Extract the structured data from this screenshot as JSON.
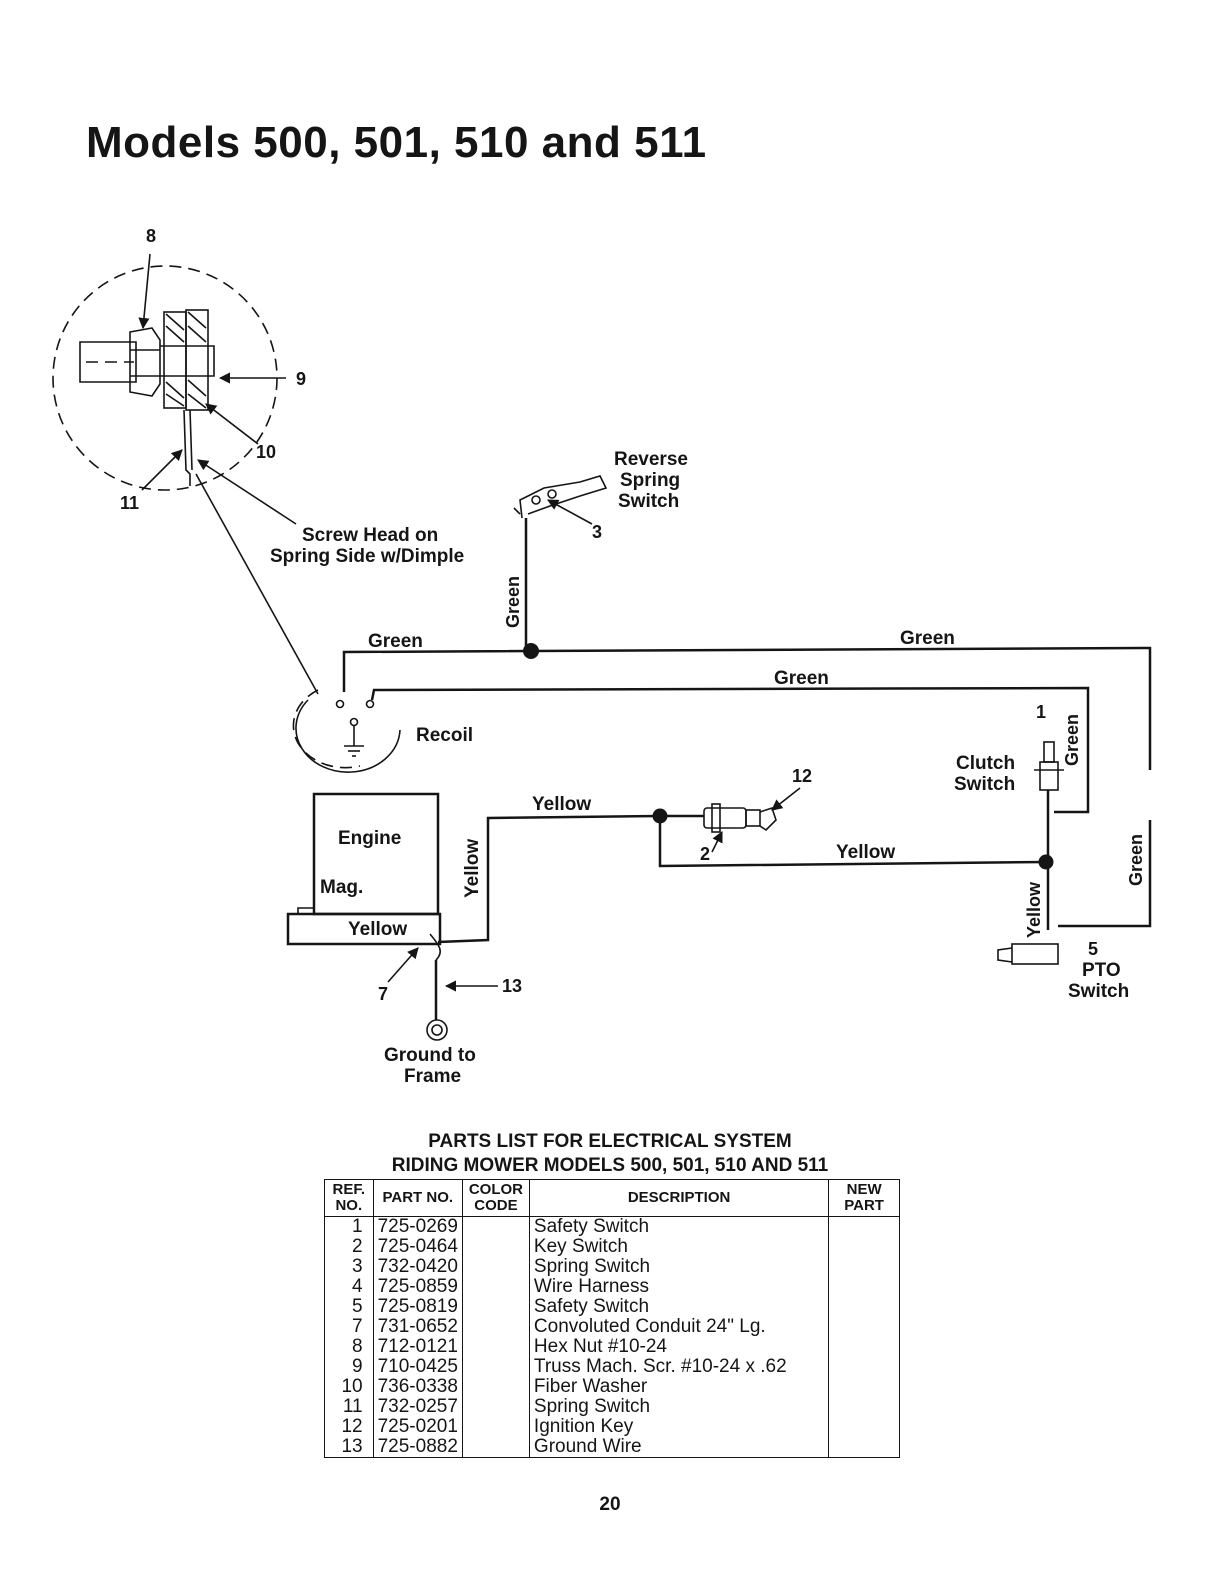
{
  "title": "Models 500, 501, 510 and 511",
  "callouts": {
    "c1": "1",
    "c2": "2",
    "c3": "3",
    "c5": "5",
    "c7": "7",
    "c8": "8",
    "c9": "9",
    "c10": "10",
    "c11": "11",
    "c12": "12",
    "c13": "13"
  },
  "labels": {
    "screw_head_1": "Screw Head on",
    "screw_head_2": "Spring Side w/Dimple",
    "reverse_1": "Reverse",
    "reverse_2": "Spring",
    "reverse_3": "Switch",
    "recoil": "Recoil",
    "engine": "Engine",
    "mag": "Mag.",
    "clutch_1": "Clutch",
    "clutch_2": "Switch",
    "pto_1": "PTO",
    "pto_2": "Switch",
    "ground_1": "Ground to",
    "ground_2": "Frame"
  },
  "wires": {
    "green_top_left": "Green",
    "green_top_right": "Green",
    "green_middle": "Green",
    "green_vertical_reverse": "Green",
    "green_vertical_clutch": "Green",
    "green_vertical_right": "Green",
    "yellow_top": "Yellow",
    "yellow_vertical_engine": "Yellow",
    "yellow_engine_base": "Yellow",
    "yellow_middle": "Yellow",
    "yellow_vertical_pto": "Yellow"
  },
  "parts_list": {
    "heading_1": "PARTS LIST FOR ELECTRICAL SYSTEM",
    "heading_2": "RIDING MOWER MODELS 500, 501, 510 AND 511",
    "headers": {
      "ref": "REF. NO.",
      "part": "PART NO.",
      "color": "COLOR CODE",
      "description": "DESCRIPTION",
      "new_part": "NEW PART"
    },
    "rows": [
      {
        "ref": "1",
        "part": "725-0269",
        "description": "Safety Switch"
      },
      {
        "ref": "2",
        "part": "725-0464",
        "description": "Key Switch"
      },
      {
        "ref": "3",
        "part": "732-0420",
        "description": "Spring Switch"
      },
      {
        "ref": "4",
        "part": "725-0859",
        "description": "Wire Harness"
      },
      {
        "ref": "5",
        "part": "725-0819",
        "description": "Safety Switch"
      },
      {
        "ref": "7",
        "part": "731-0652",
        "description": "Convoluted Conduit 24\" Lg."
      },
      {
        "ref": "8",
        "part": "712-0121",
        "description": "Hex Nut #10-24"
      },
      {
        "ref": "9",
        "part": "710-0425",
        "description": "Truss Mach. Scr. #10-24 x .62"
      },
      {
        "ref": "10",
        "part": "736-0338",
        "description": "Fiber Washer"
      },
      {
        "ref": "11",
        "part": "732-0257",
        "description": "Spring Switch"
      },
      {
        "ref": "12",
        "part": "725-0201",
        "description": "Ignition Key"
      },
      {
        "ref": "13",
        "part": "725-0882",
        "description": "Ground Wire"
      }
    ]
  },
  "page_number": "20"
}
